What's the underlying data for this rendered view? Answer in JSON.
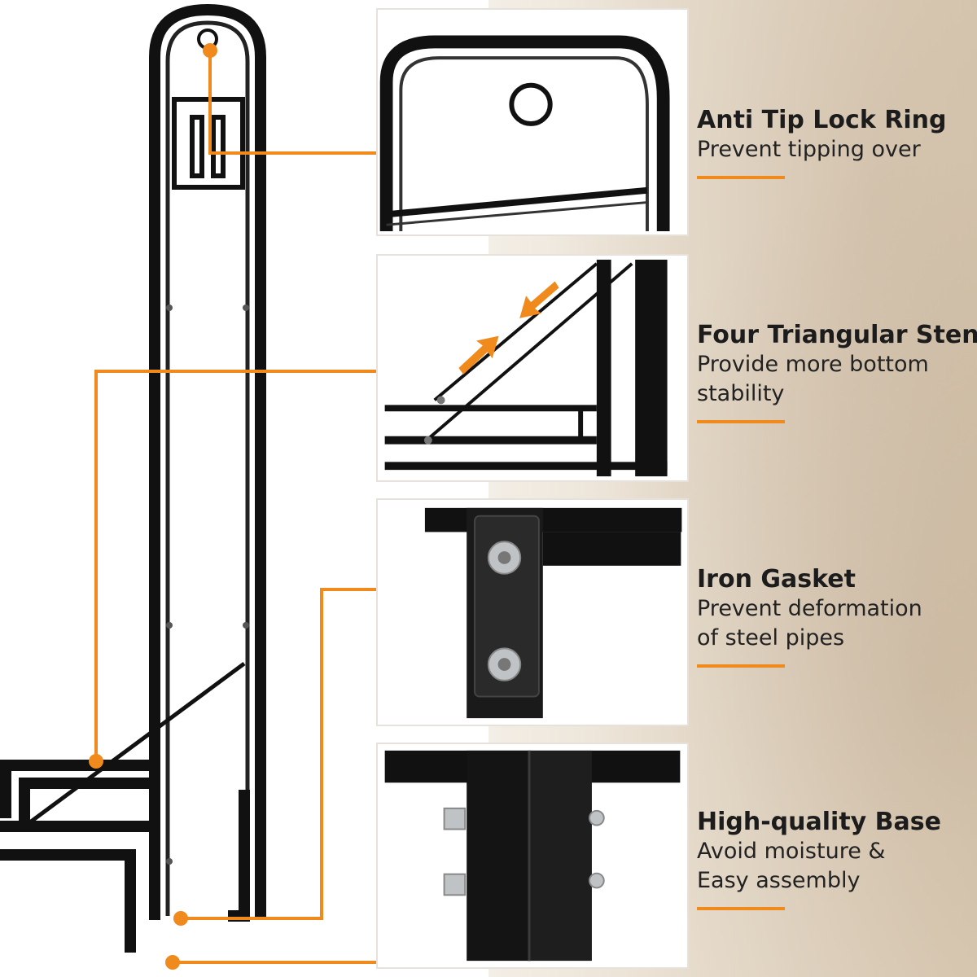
{
  "features": [
    {
      "title": "Anti Tip Lock Ring",
      "desc_lines": [
        "Prevent tipping over"
      ]
    },
    {
      "title": "Four Triangular Stents",
      "desc_lines": [
        "Provide more bottom",
        "stability"
      ]
    },
    {
      "title": "Iron Gasket",
      "desc_lines": [
        "Prevent deformation",
        "of steel pipes"
      ]
    },
    {
      "title": "High-quality Base",
      "desc_lines": [
        "Avoid moisture &",
        "Easy assembly"
      ]
    }
  ],
  "colors": {
    "accent": "#f08a1c",
    "frame": "#111111",
    "title_text": "#1c1c1c"
  },
  "icons": [
    "lock-ring-icon",
    "arrow-up-right-icon",
    "arrow-down-left-icon",
    "bolt-icon"
  ]
}
